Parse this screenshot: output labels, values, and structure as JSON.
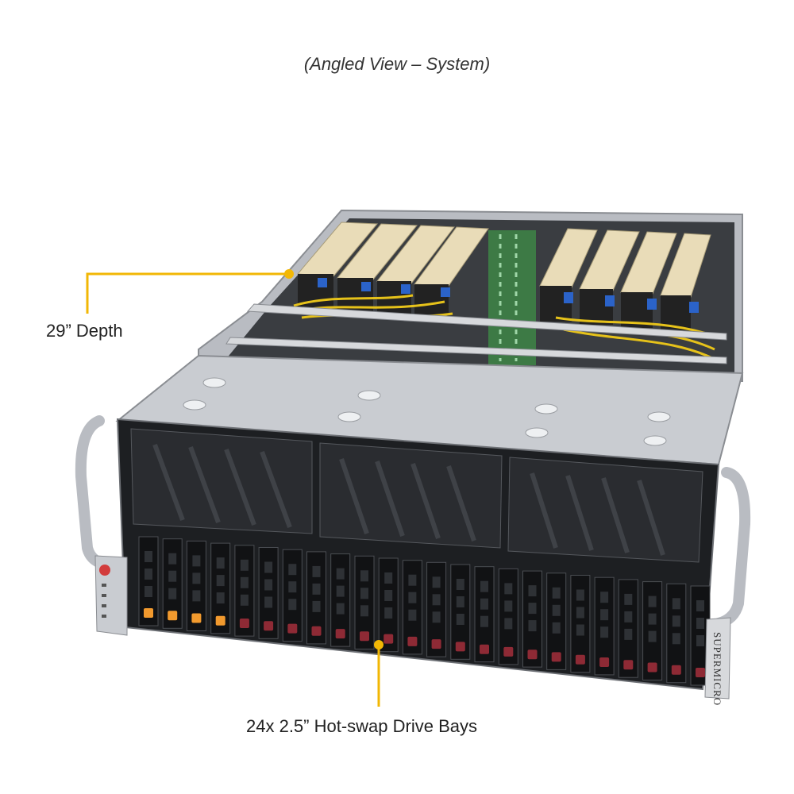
{
  "caption": "(Angled View – System)",
  "callouts": {
    "depth": "29” Depth",
    "drive_bays": "24x 2.5” Hot-swap Drive Bays"
  },
  "brand": "SUPERMICRO",
  "colors": {
    "callout_line": "#f2b705",
    "chassis_silver": "#c9ccd1",
    "chassis_dark": "#1d1f22",
    "gpu_card": "#e9dcb8",
    "gpu_bracket": "#2b63c9",
    "cable_yellow": "#e6c21a",
    "tray_latch_orange": "#f29a2e",
    "tray_latch_red": "#8e2a35"
  },
  "drive_bays": {
    "count": 24,
    "nvme_highlighted": 4
  },
  "icons": {
    "power": "power-button-icon",
    "status_leds": "status-led-icon"
  }
}
